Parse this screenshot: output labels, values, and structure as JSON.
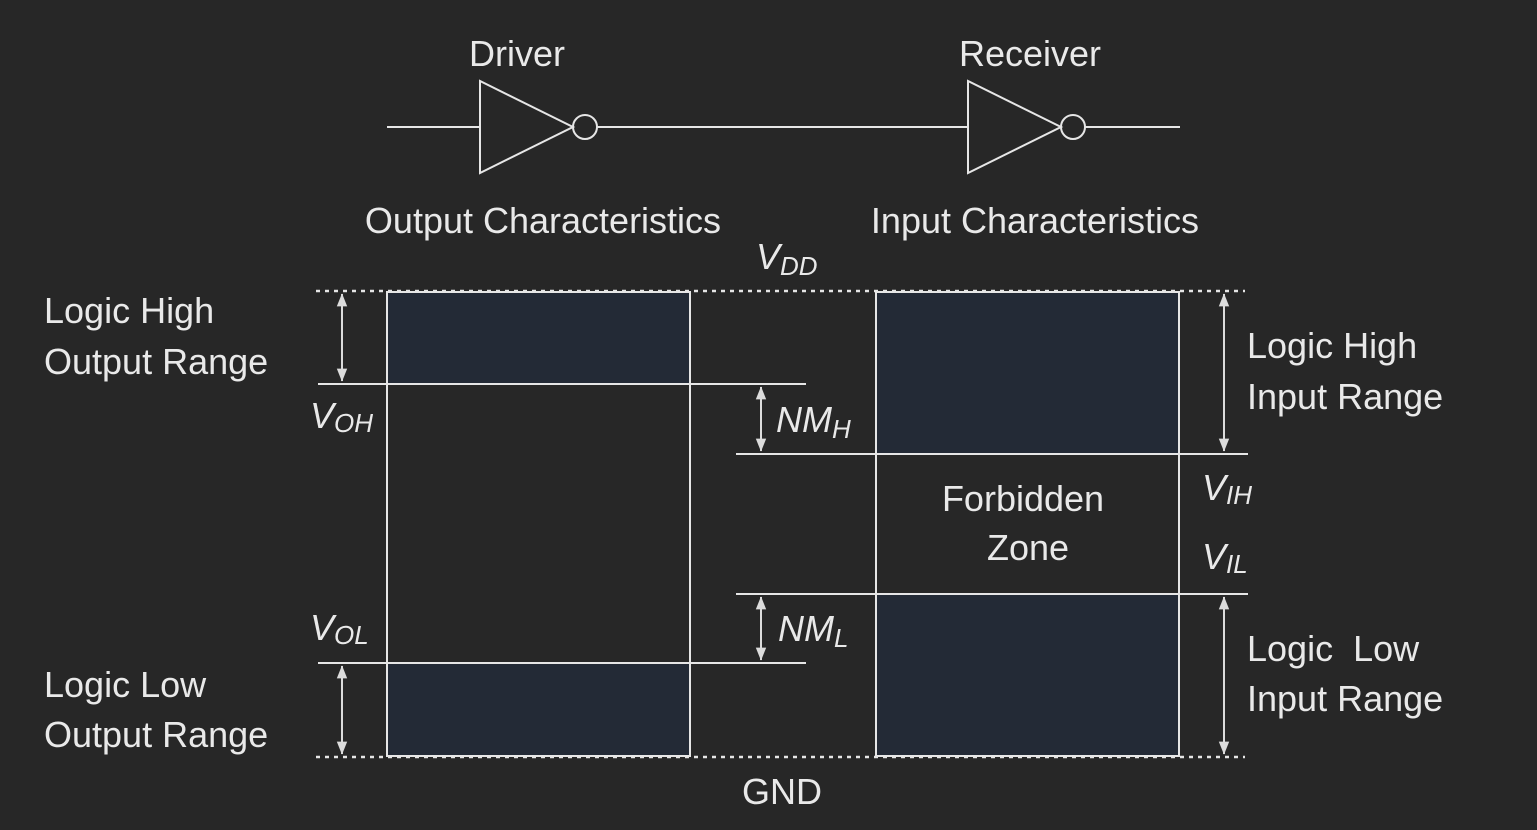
{
  "top": {
    "driver_label": "Driver",
    "receiver_label": "Receiver",
    "output_characteristics": "Output Characteristics",
    "input_characteristics": "Input Characteristics"
  },
  "rails": {
    "vdd": {
      "main": "V",
      "sub": "DD"
    },
    "gnd": "GND"
  },
  "output_side": {
    "logic_high": [
      "Logic High",
      "Output Range"
    ],
    "logic_low": [
      "Logic Low",
      "Output Range"
    ],
    "voh": {
      "main": "V",
      "sub": "OH"
    },
    "vol": {
      "main": "V",
      "sub": "OL"
    }
  },
  "noise_margins": {
    "nmh": {
      "main": "NM",
      "sub": "H"
    },
    "nml": {
      "main": "NM",
      "sub": "L"
    }
  },
  "input_side": {
    "logic_high": [
      "Logic High",
      "Input Range"
    ],
    "logic_low": [
      "Logic  Low",
      "Input Range"
    ],
    "forbidden": [
      "Forbidden",
      "Zone"
    ],
    "vih": {
      "main": "V",
      "sub": "IH"
    },
    "vil": {
      "main": "V",
      "sub": "IL"
    }
  },
  "colors": {
    "background": "#272727",
    "line": "#e6e6e6",
    "range_fill": "#232a36",
    "text": "#e9e9e9"
  }
}
